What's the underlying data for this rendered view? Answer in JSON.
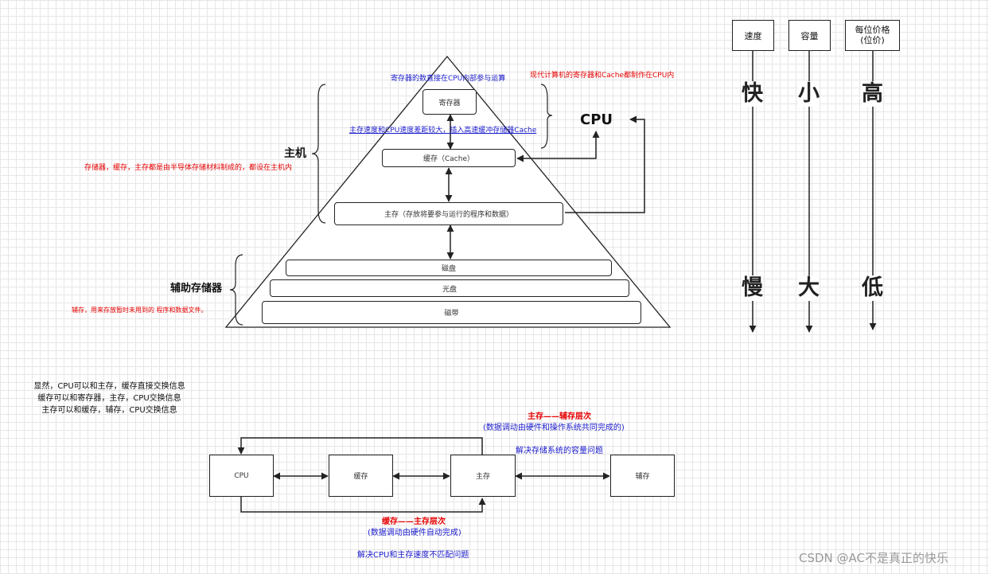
{
  "pyramid": {
    "layers": {
      "register": "寄存器",
      "cache": "缓存（Cache）",
      "main_memory": "主存（存放将要参与运行的程序和数据）",
      "disk": "磁盘",
      "optical": "光盘",
      "tape": "磁带"
    },
    "annotations": {
      "register_note": "寄存器的数直接在CPU内部参与运算",
      "cache_note": "主存速度和CPU速度差距较大，插入高速缓冲存储器Cache",
      "cpu_internal_note": "现代计算机的寄存器和Cache都制作在CPU内",
      "cpu_label": "CPU",
      "host_label": "主机",
      "host_note": "存储器，缓存，主存都是由半导体存储材料制成的，都设在主机内",
      "aux_label": "辅助存储器",
      "aux_note": "辅存，用来存放暂时未用到的 程序和数据文件。"
    }
  },
  "scales": {
    "speed": {
      "header": "速度",
      "top": "快",
      "bottom": "慢"
    },
    "capacity": {
      "header": "容量",
      "top": "小",
      "bottom": "大"
    },
    "price": {
      "header_line1": "每位价格",
      "header_line2": "(位价)",
      "top": "高",
      "bottom": "低"
    }
  },
  "notes": {
    "line1": "显然，CPU可以和主存，缓存直接交换信息",
    "line2": "缓存可以和寄存器，主存，CPU交换信息",
    "line3": "主存可以和缓存，辅存，CPU交换信息"
  },
  "flow": {
    "boxes": {
      "cpu": "CPU",
      "cache": "缓存",
      "main": "主存",
      "aux": "辅存"
    },
    "main_aux": {
      "title": "主存——辅存层次",
      "subtitle": "(数据调动由硬件和操作系统共同完成的)",
      "purpose": "解决存储系统的容量问题"
    },
    "cache_main": {
      "title": "缓存——主存层次",
      "subtitle": "(数据调动由硬件自动完成)",
      "purpose": "解决CPU和主存速度不匹配问题"
    }
  },
  "watermark": "CSDN @AC不是真正的快乐"
}
